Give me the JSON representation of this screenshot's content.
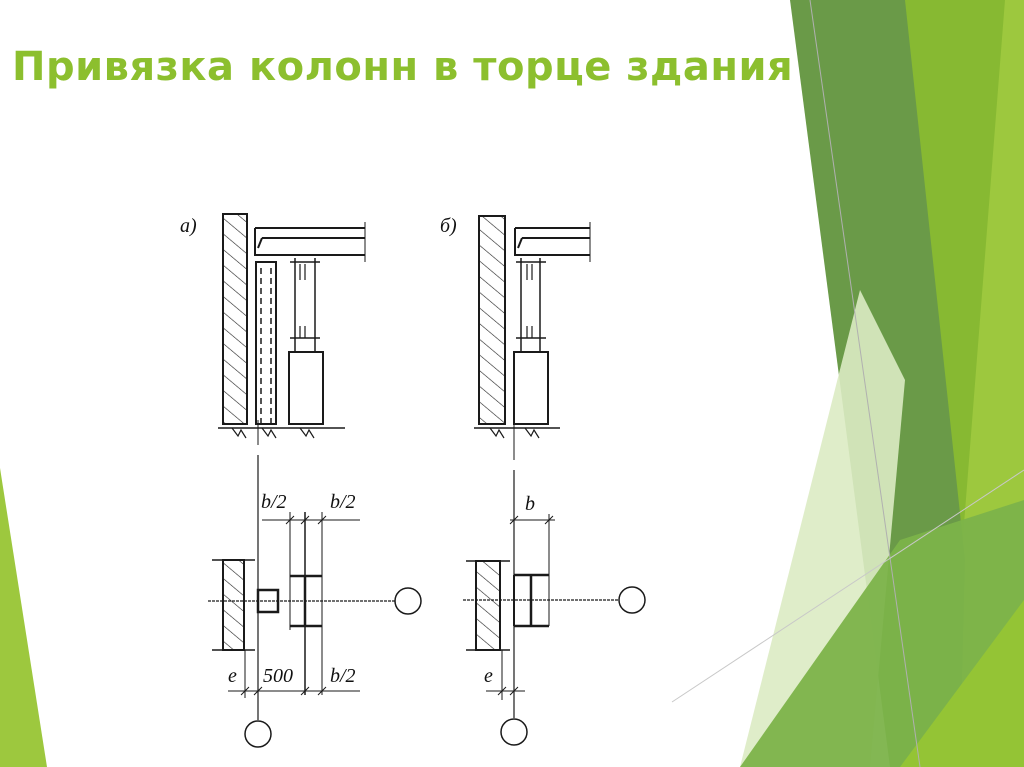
{
  "slide": {
    "title": "Привязка колонн в торце здания",
    "colors": {
      "title": "#8cbf2e",
      "dark_green": "#6a9a48",
      "mid_green": "#86b832",
      "light_green": "#9dc83e",
      "pale_green": "#dcebc3",
      "line": "#1a1a1a"
    }
  },
  "diagram": {
    "panel_a": {
      "label": "а)",
      "dims_top": [
        "b/2",
        "b/2"
      ],
      "dims_bottom": [
        "e",
        "500",
        "b/2"
      ]
    },
    "panel_b": {
      "label": "б)",
      "dims_top": [
        "b"
      ],
      "dims_bottom": [
        "e"
      ]
    }
  }
}
